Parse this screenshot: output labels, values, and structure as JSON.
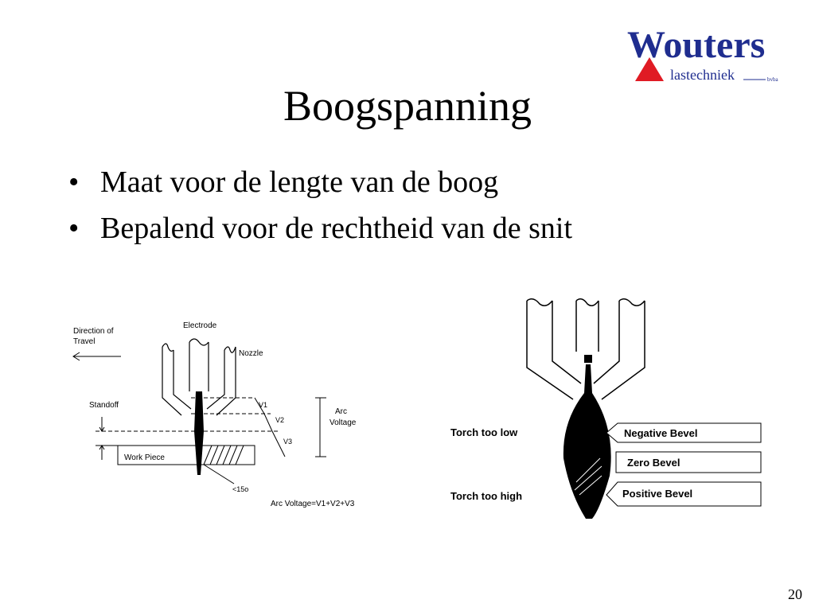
{
  "slide": {
    "title": "Boogspanning",
    "bullets": [
      "Maat voor de lengte van de boog",
      "Bepalend voor de rechtheid van de snit"
    ],
    "page_number": "20"
  },
  "logo": {
    "name": "Wouters",
    "subtitle": "lastechniek",
    "suffix": "bvba",
    "colors": {
      "primary": "#1f2d8f",
      "accent": "#e01b24"
    }
  },
  "diagram_left": {
    "direction_label_line1": "Direction of",
    "direction_label_line2": "Travel",
    "electrode_label": "Electrode",
    "nozzle_label": "Nozzle",
    "standoff_label": "Standoff",
    "v1_label": "V1",
    "v2_label": "V2",
    "v3_label": "V3",
    "arc_label_line1": "Arc",
    "arc_label_line2": "Voltage",
    "workpiece_label": "Work Piece",
    "angle_label": "<15o",
    "formula_label": "Arc Voltage=V1+V2+V3"
  },
  "diagram_right": {
    "torch_low_label": "Torch too low",
    "torch_high_label": "Torch too high",
    "negative_bevel_label": "Negative Bevel",
    "zero_bevel_label": "Zero Bevel",
    "positive_bevel_label": "Positive Bevel"
  }
}
